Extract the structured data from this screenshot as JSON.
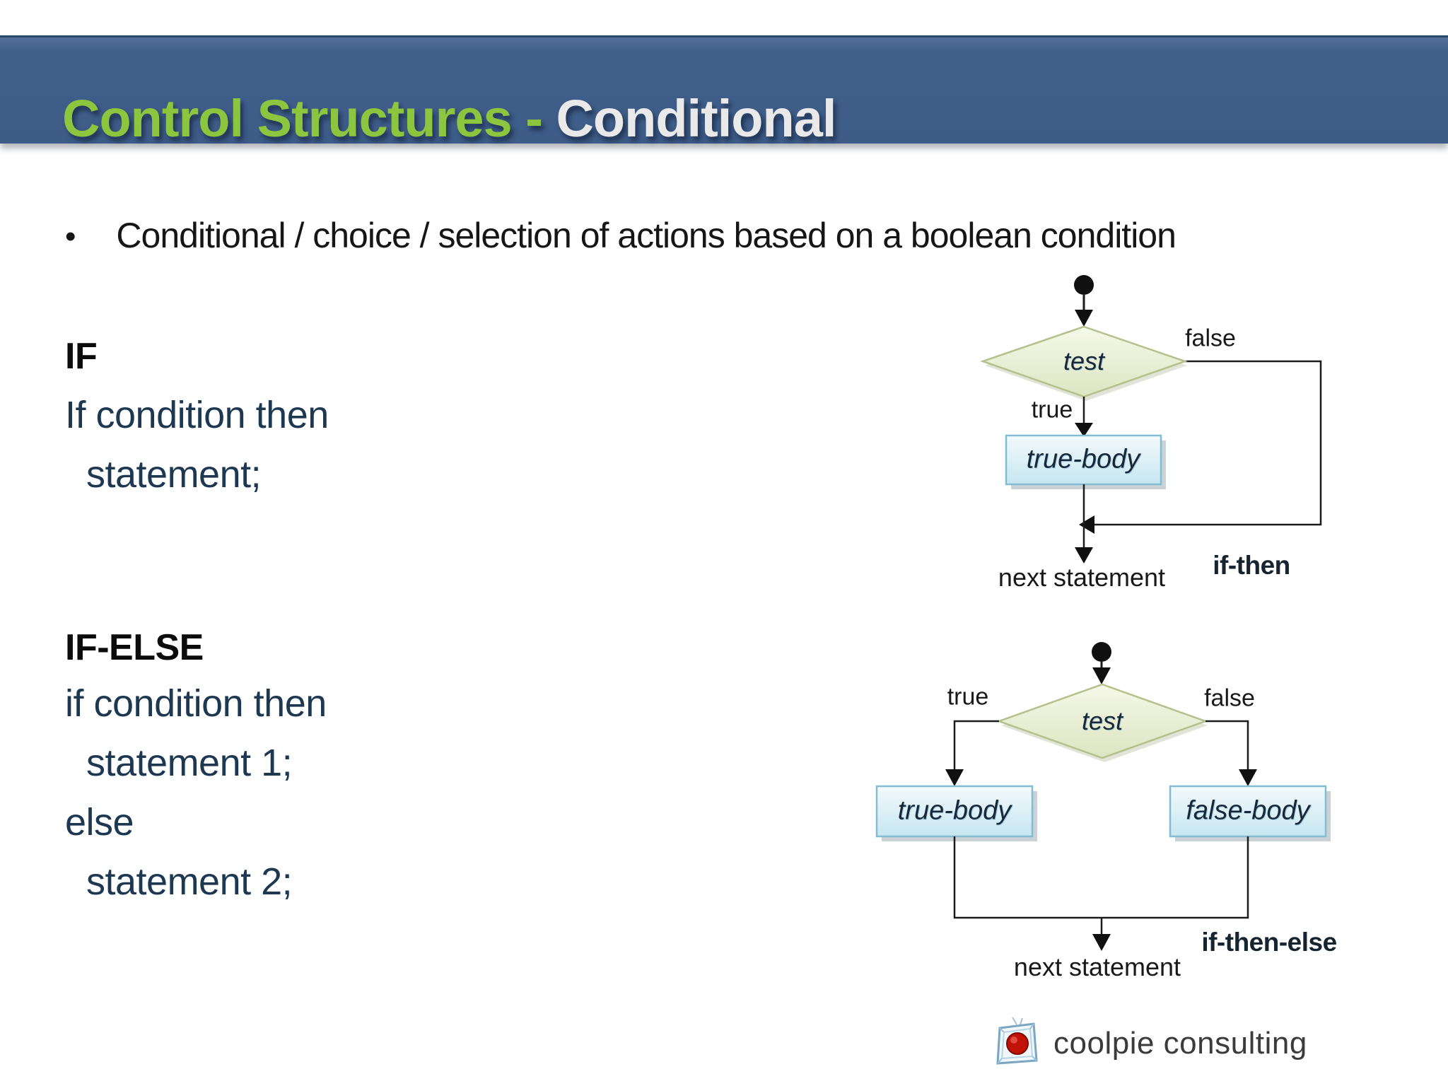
{
  "slide": {
    "title": {
      "part1": "Control Structures - ",
      "part2": "Conditional"
    },
    "bullet_marker": "•",
    "bullet": "Conditional / choice / selection of actions based on a boolean condition",
    "if_block": {
      "heading": "IF",
      "lines": [
        "If condition then",
        "statement;"
      ]
    },
    "if_else_block": {
      "heading": "IF-ELSE",
      "lines": [
        "if condition then",
        "statement 1;",
        "else",
        "statement 2;"
      ]
    }
  },
  "flowchart_if_then": {
    "caption": "if-then",
    "test_label": "test",
    "true_label": "true",
    "false_label": "false",
    "true_body_label": "true-body",
    "next_label": "next statement"
  },
  "flowchart_if_then_else": {
    "caption": "if-then-else",
    "test_label": "test",
    "true_label": "true",
    "false_label": "false",
    "true_body_label": "true-body",
    "false_body_label": "false-body",
    "next_label": "next statement"
  },
  "logo": {
    "icon": "ice-cube-icon",
    "text": "coolpie consulting"
  },
  "colors": {
    "header_bg": "#3d5c87",
    "header_top_line": "#2c4868",
    "title_green": "#8cc63e",
    "title_white": "#e9e9e9",
    "heading_text": "#0b0b0b",
    "code_text": "#1e3852",
    "diamond_fill": "#e7edcd",
    "diamond_border": "#b5c08c",
    "box_fill": "#cfe9f2",
    "box_border": "#84bcd1",
    "flow_line": "#1c1c1c"
  }
}
